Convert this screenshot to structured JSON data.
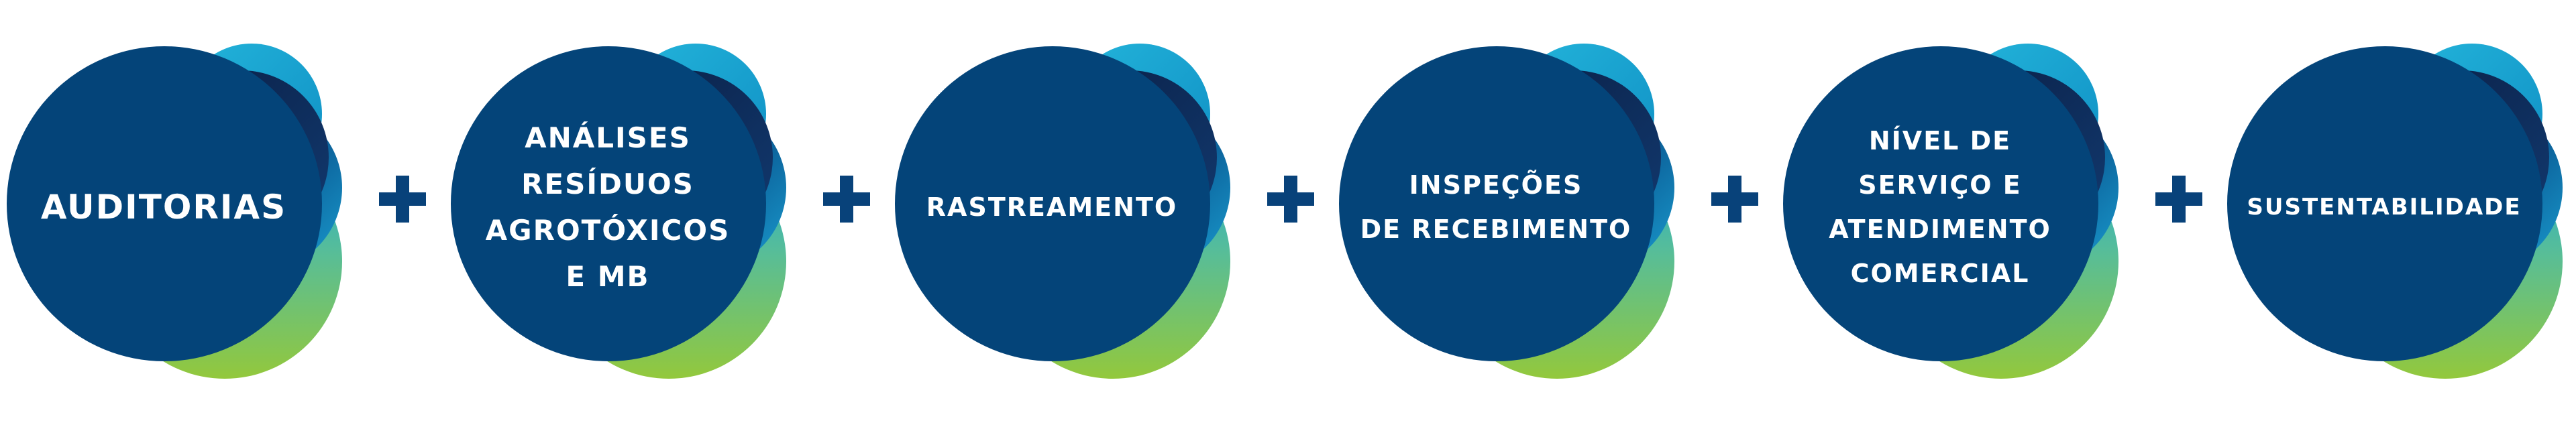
{
  "colors": {
    "main_circle": "#044479",
    "dark_navy": "#0c2753",
    "mid_blue": "#0a5e96",
    "cyan": "#1aa7d3",
    "green": "#8fc83f",
    "plus": "#08427a",
    "text": "#ffffff"
  },
  "connector": "+",
  "steps": [
    {
      "label": "AUDITORIAS"
    },
    {
      "label": "ANÁLISES\nRESÍDUOS\nAGROTÓXICOS\nE MB"
    },
    {
      "label": "RASTREAMENTO"
    },
    {
      "label": "INSPEÇÕES\nDE RECEBIMENTO"
    },
    {
      "label": "NÍVEL DE\nSERVIÇO E\nATENDIMENTO\nCOMERCIAL"
    },
    {
      "label": "SUSTENTABILIDADE"
    }
  ]
}
